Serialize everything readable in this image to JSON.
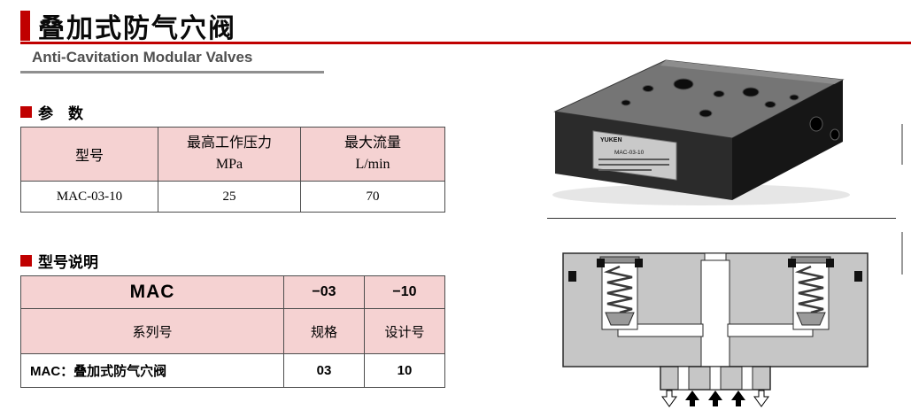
{
  "header": {
    "title": "叠加式防气穴阀",
    "subtitle": "Anti-Cavitation Modular Valves"
  },
  "params": {
    "heading": "参　数",
    "table": {
      "model_header": "型号",
      "pressure_header": "最高工作压力",
      "pressure_unit": "MPa",
      "flow_header": "最大流量",
      "flow_unit": "L/min",
      "row": {
        "model": "MAC-03-10",
        "pressure": "25",
        "flow": "70"
      }
    }
  },
  "model_desc": {
    "heading": "型号说明",
    "table": {
      "series_code": "MAC",
      "spec_code": "−03",
      "design_code": "−10",
      "series_label": "系列号",
      "spec_label": "规格",
      "design_label": "设计号",
      "series_value": "MAC：叠加式防气穴阀",
      "spec_value": "03",
      "design_value": "10"
    }
  },
  "figures": {
    "photo": {
      "description": "black modular valve block, isometric product photo",
      "plate_brand": "YUKEN",
      "plate_model": "MAC-03-10"
    },
    "diagram": {
      "description": "valve cross-section with twin spring check valves",
      "arrows": [
        "outline-down",
        "filled-up",
        "filled-up",
        "filled-up",
        "outline-down"
      ]
    }
  },
  "colors": {
    "accent_red": "#c00000",
    "table_header_pink": "#f5d2d2",
    "rule_gray": "#8f8f8f"
  }
}
